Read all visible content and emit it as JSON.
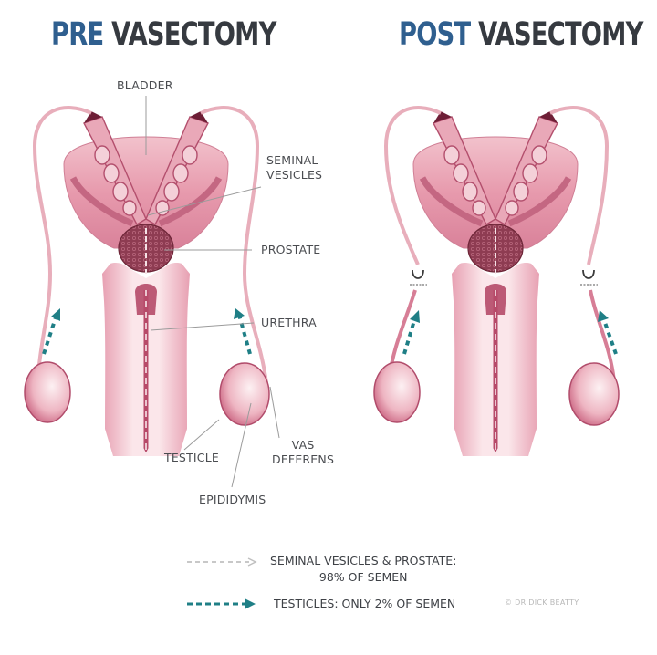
{
  "titles": {
    "pre": {
      "accent": "PRE",
      "rest": "VASECTOMY"
    },
    "post": {
      "accent": "POST",
      "rest": "VASECTOMY"
    }
  },
  "labels": {
    "bladder": "BLADDER",
    "seminal_vesicles_line1": "SEMINAL",
    "seminal_vesicles_line2": "VESICLES",
    "prostate": "PROSTATE",
    "urethra": "URETHRA",
    "testicle": "TESTICLE",
    "vas_deferens_line1": "VAS",
    "vas_deferens_line2": "DEFERENS",
    "epididymis": "EPIDIDYMIS"
  },
  "legend": [
    {
      "arrow_style": "gray-dashed",
      "line1": "SEMINAL VESICLES & PROSTATE:",
      "line2": "98% OF SEMEN"
    },
    {
      "arrow_style": "teal-dashed",
      "line1": "TESTICLES: ONLY 2% OF SEMEN",
      "line2": ""
    }
  ],
  "credit": "© DR DICK BEATTY",
  "colors": {
    "title_accent": "#2f5f8f",
    "title_dark": "#363a40",
    "tissue_pink": "#e8a4b4",
    "tissue_dark": "#b84a6a",
    "prostate": "#8a3a4e",
    "flow_teal": "#1f7f86",
    "flow_gray": "#c8c8c8"
  }
}
